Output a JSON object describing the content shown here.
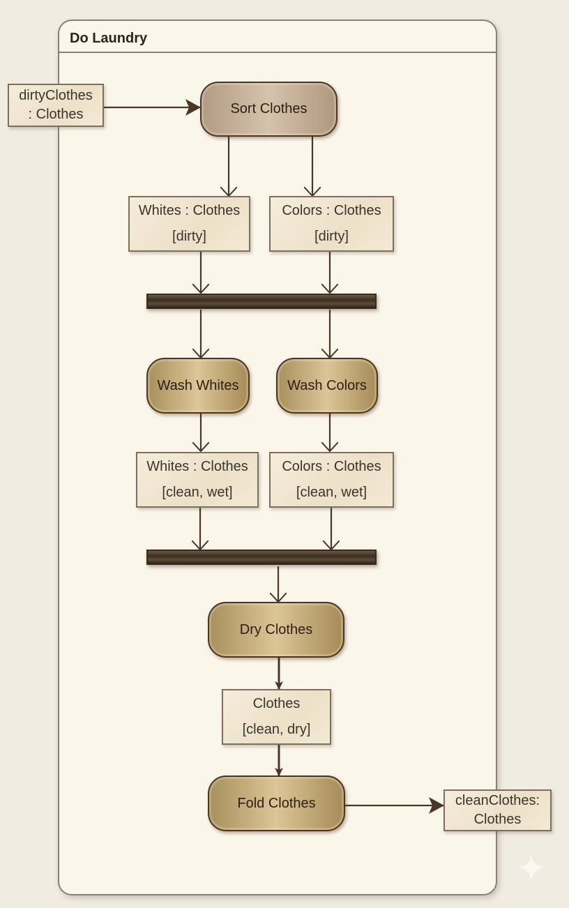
{
  "activity": {
    "title": "Do Laundry"
  },
  "pins": {
    "input": {
      "line1": "dirtyClothes",
      "line2": ": Clothes"
    },
    "output": {
      "line1": "cleanClothes:",
      "line2": "Clothes"
    }
  },
  "actions": {
    "sort": "Sort Clothes",
    "wash_whites": "Wash Whites",
    "wash_colors": "Wash Colors",
    "dry": "Dry Clothes",
    "fold": "Fold Clothes"
  },
  "objects": {
    "whites_dirty": {
      "name": "Whites : Clothes",
      "state": "[dirty]"
    },
    "colors_dirty": {
      "name": "Colors : Clothes",
      "state": "[dirty]"
    },
    "whites_wet": {
      "name": "Whites : Clothes",
      "state": "[clean, wet]"
    },
    "colors_wet": {
      "name": "Colors : Clothes",
      "state": "[clean, wet]"
    },
    "clothes_dry": {
      "name": "Clothes",
      "state": "[clean, dry]"
    }
  },
  "colors": {
    "edge": "#4a3626",
    "frame_border": "#8c7f70",
    "bar": "#3c2e20"
  }
}
